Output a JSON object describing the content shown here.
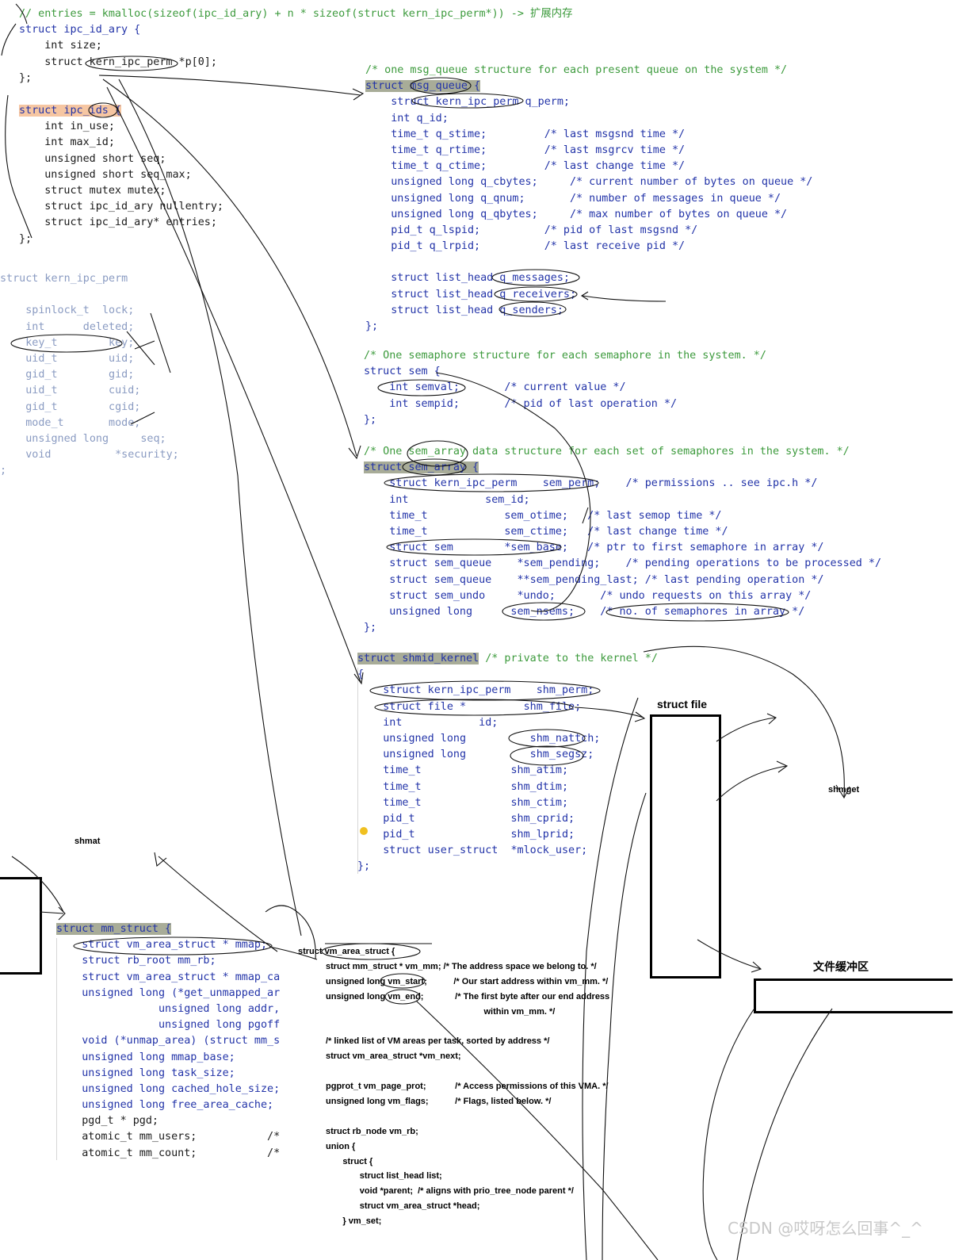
{
  "top_code": {
    "comment": "// entries = kmalloc(sizeof(ipc_id_ary) + n * sizeof(struct kern_ipc_perm*)) -> 扩展内存",
    "ipc_id_ary": [
      "struct ipc_id_ary {",
      "    int size;",
      "    struct kern_ipc_perm *p[0];",
      "};"
    ],
    "ipc_ids": [
      "struct ipc_ids {",
      "    int in_use;",
      "    int max_id;",
      "    unsigned short seq;",
      "    unsigned short seq_max;",
      "    struct mutex mutex;",
      "    struct ipc_id_ary nullentry;",
      "    struct ipc_id_ary* entries;",
      "};"
    ]
  },
  "kern_ipc_perm": {
    "header": "struct kern_ipc_perm",
    "lines": [
      "    spinlock_t  lock;",
      "    int      deleted;",
      "    key_t        key;",
      "    uid_t        uid;",
      "    gid_t        gid;",
      "    uid_t        cuid;",
      "    gid_t        cgid;",
      "    mode_t       mode;",
      "    unsigned long     seq;",
      "    void          *security;",
      ";"
    ]
  },
  "msg_queue": {
    "comment": "/* one msg_queue structure for each present queue on the system */",
    "header": "struct msg_queue {",
    "lines": [
      "    struct kern_ipc_perm q_perm;",
      "    int q_id;",
      "    time_t q_stime;         /* last msgsnd time */",
      "    time_t q_rtime;         /* last msgrcv time */",
      "    time_t q_ctime;         /* last change time */",
      "    unsigned long q_cbytes;     /* current number of bytes on queue */",
      "    unsigned long q_qnum;       /* number of messages in queue */",
      "    unsigned long q_qbytes;     /* max number of bytes on queue */",
      "    pid_t q_lspid;          /* pid of last msgsnd */",
      "    pid_t q_lrpid;          /* last receive pid */",
      "",
      "    struct list_head q_messages;",
      "    struct list_head q_receivers;",
      "    struct list_head q_senders;",
      "};"
    ]
  },
  "sem": {
    "comment": "/* One semaphore structure for each semaphore in the system. */",
    "header": "struct sem {",
    "lines": [
      "    int semval;       /* current value */",
      "    int sempid;       /* pid of last operation */",
      "};"
    ]
  },
  "sem_array": {
    "comment": "/* One sem_array data structure for each set of semaphores in the system. */",
    "header": "struct sem_array {",
    "lines": [
      "    struct kern_ipc_perm    sem_perm;    /* permissions .. see ipc.h */",
      "    int            sem_id;",
      "    time_t            sem_otime;   /* last semop time */",
      "    time_t            sem_ctime;   /* last change time */",
      "    struct sem        *sem_base;   /* ptr to first semaphore in array */",
      "    struct sem_queue    *sem_pending;    /* pending operations to be processed */",
      "    struct sem_queue    **sem_pending_last; /* last pending operation */",
      "    struct sem_undo     *undo;       /* undo requests on this array */",
      "    unsigned long      sem_nsems;    /* no. of semaphores in array */",
      "};"
    ]
  },
  "shmid_kernel": {
    "header": "struct shmid_kernel",
    "header_comment": " /* private to the kernel */",
    "lines": [
      "{",
      "    struct kern_ipc_perm    shm_perm;",
      "    struct file *         shm_file;",
      "    int            id;",
      "    unsigned long          shm_nattch;",
      "    unsigned long          shm_segsz;",
      "    time_t              shm_atim;",
      "    time_t              shm_dtim;",
      "    time_t              shm_ctim;",
      "    pid_t               shm_cprid;",
      "    pid_t               shm_lprid;",
      "    struct user_struct  *mlock_user;",
      "};"
    ]
  },
  "mm_struct": {
    "header": "struct mm_struct {",
    "lines": [
      "    struct vm_area_struct * mmap;",
      "    struct rb_root mm_rb;",
      "    struct vm_area_struct * mmap_ca",
      "    unsigned long (*get_unmapped_ar",
      "                unsigned long addr,",
      "                unsigned long pgoff",
      "    void (*unmap_area) (struct mm_s",
      "    unsigned long mmap_base;",
      "    unsigned long task_size;",
      "    unsigned long cached_hole_size;",
      "    unsigned long free_area_cache;",
      "    pgd_t * pgd;",
      "    atomic_t mm_users;           /*",
      "    atomic_t mm_count;           /*"
    ]
  },
  "vm_area_struct": {
    "header": "struct vm_area_struct {",
    "lines": [
      "struct mm_struct * vm_mm; /* The address space we belong to. */",
      "unsigned long vm_start;           /* Our start address within vm_mm. */",
      "unsigned long vm_end;             /* The first byte after our end address",
      "                          within vm_mm. */",
      "",
      "/* linked list of VM areas per task, sorted by address */",
      "struct vm_area_struct *vm_next;",
      "",
      "pgprot_t vm_page_prot;            /* Access permissions of this VMA. */",
      "unsigned long vm_flags;           /* Flags, listed below. */",
      "",
      "struct rb_node vm_rb;",
      "union {",
      "       struct {",
      "              struct list_head list;",
      "              void *parent;  /* aligns with prio_tree_node parent */",
      "              struct vm_area_struct *head;",
      "       } vm_set;"
    ]
  },
  "labels": {
    "struct_file": "struct file",
    "shmget": "shmget",
    "shmat": "shmat",
    "file_cache": "文件缓冲区"
  },
  "watermark": "CSDN @哎呀怎么回事^_^"
}
